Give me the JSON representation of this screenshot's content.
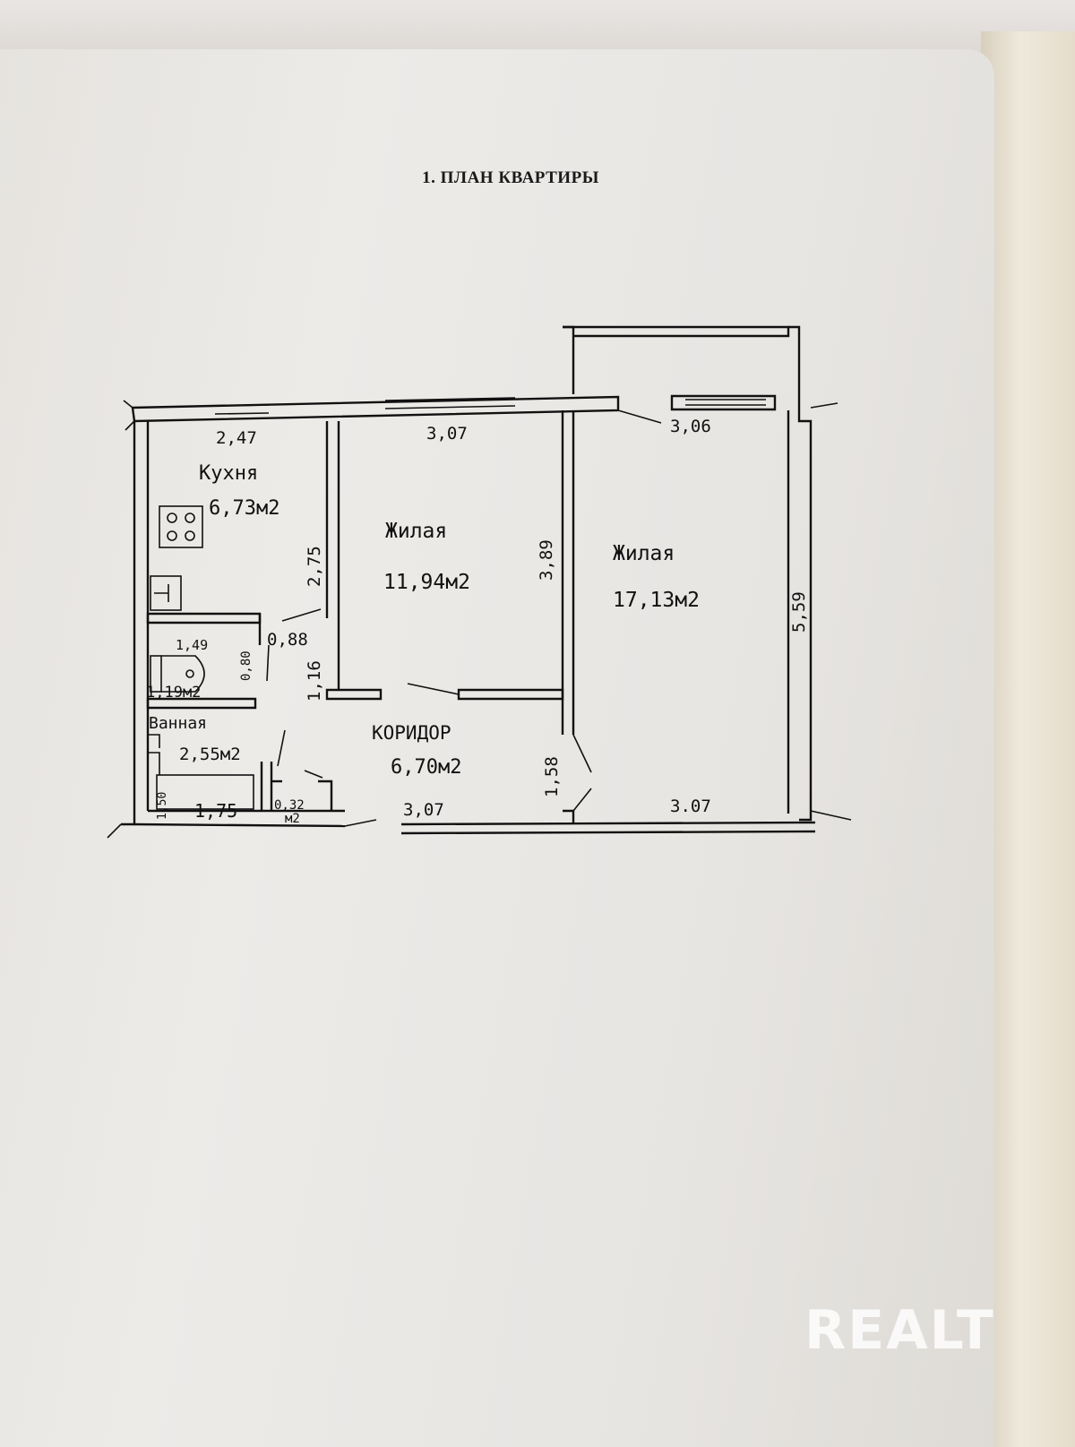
{
  "document": {
    "title": "1. ПЛАН КВАРТИРЫ"
  },
  "plan": {
    "rooms": {
      "kitchen": {
        "name": "Кухня",
        "area": "6,73м2"
      },
      "living_1": {
        "name": "Жилая",
        "area": "11,94м2"
      },
      "living_2": {
        "name": "Жилая",
        "area": "17,13м2"
      },
      "corridor": {
        "name": "КОРИДОР",
        "area": "6,70м2"
      },
      "wc": {
        "area": "1,19м2"
      },
      "bathroom": {
        "name": "Ванная",
        "area": "2,55м2"
      },
      "storage": {
        "area_value": "0,32",
        "area_unit": "м2"
      }
    },
    "dimensions": {
      "kitchen_width": "2,47",
      "living1_width_top": "3,07",
      "living2_width_top": "3,06",
      "kitchen_depth": "2,75",
      "living1_depth": "3,89",
      "living2_depth": "5,59",
      "hall_width": "0,88",
      "wc_width": "1,49",
      "wc_depth": "0,80",
      "hall_depth": "1,16",
      "corridor_depth": "1,58",
      "bath_tub_width": "1,75",
      "bath_tub_depth": "1,50",
      "corridor_width_bottom": "3,07",
      "living2_width_bottom": "3.07"
    }
  },
  "watermark": {
    "text": "REALT"
  }
}
